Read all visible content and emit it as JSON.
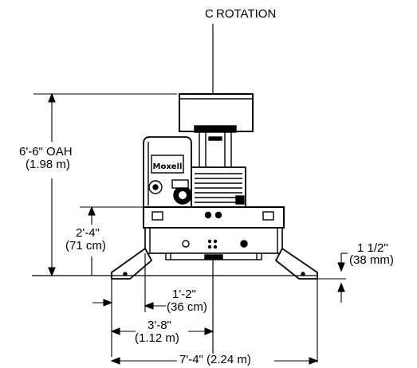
{
  "title": {
    "cl_symbol": "C",
    "rotation": "ROTATION"
  },
  "dims": {
    "oah_ft": "6'-6\" OAH",
    "oah_m": "(1.98 m)",
    "step_ft": "2'-4\"",
    "step_cm": "(71 cm)",
    "pad_in": "1 1/2\"",
    "pad_mm": "(38 mm)",
    "half_track_ft": "1'-2\"",
    "half_track_cm": "(36 cm)",
    "half_width_ft": "3'-8\"",
    "half_width_m": "(1.12 m)",
    "overall_width": "7'-4\" (2.24 m)"
  }
}
